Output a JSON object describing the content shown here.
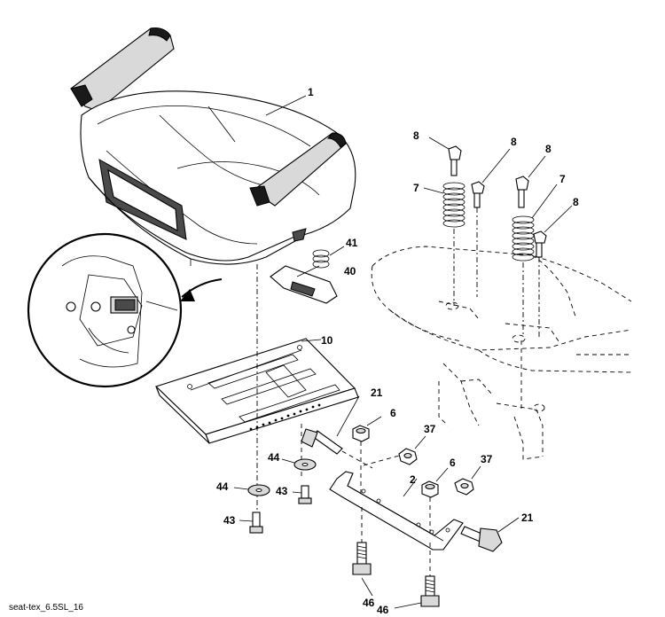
{
  "caption": "seat-tex_6.5SL_16",
  "callouts": [
    {
      "id": "c1",
      "label": "1"
    },
    {
      "id": "c8a",
      "label": "8"
    },
    {
      "id": "c8b",
      "label": "8"
    },
    {
      "id": "c8c",
      "label": "8"
    },
    {
      "id": "c8d",
      "label": "8"
    },
    {
      "id": "c7a",
      "label": "7"
    },
    {
      "id": "c7b",
      "label": "7"
    },
    {
      "id": "c41",
      "label": "41"
    },
    {
      "id": "c40",
      "label": "40"
    },
    {
      "id": "c10",
      "label": "10"
    },
    {
      "id": "c21a",
      "label": "21"
    },
    {
      "id": "c21b",
      "label": "21"
    },
    {
      "id": "c6a",
      "label": "6"
    },
    {
      "id": "c6b",
      "label": "6"
    },
    {
      "id": "c37a",
      "label": "37"
    },
    {
      "id": "c37b",
      "label": "37"
    },
    {
      "id": "c2",
      "label": "2"
    },
    {
      "id": "c44a",
      "label": "44"
    },
    {
      "id": "c44b",
      "label": "44"
    },
    {
      "id": "c43a",
      "label": "43"
    },
    {
      "id": "c43b",
      "label": "43"
    },
    {
      "id": "c46a",
      "label": "46"
    },
    {
      "id": "c46b",
      "label": "46"
    }
  ]
}
